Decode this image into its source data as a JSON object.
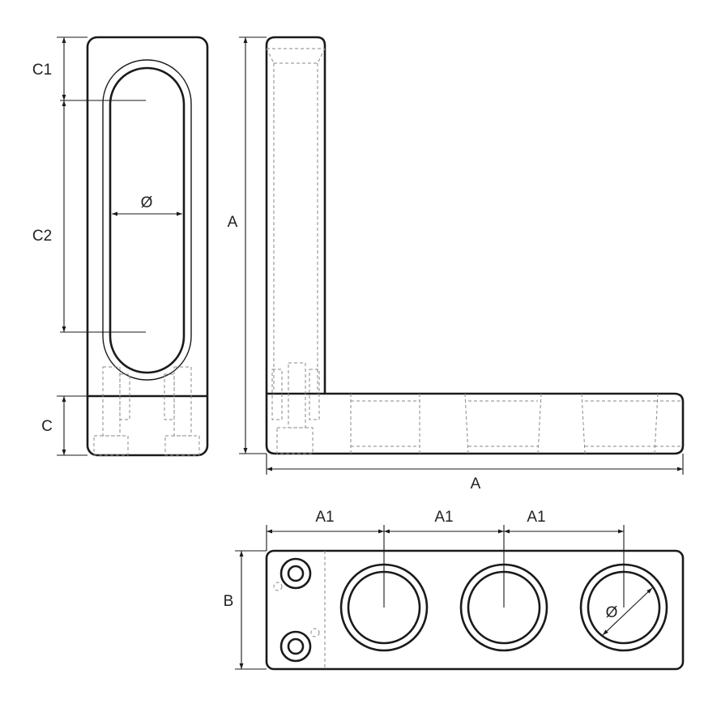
{
  "labels": {
    "c1": "C1",
    "c2": "C2",
    "c": "C",
    "dia": "Ø",
    "a": "A",
    "a1": "A1",
    "b": "B"
  },
  "colors": {
    "line": "#1a1a1a",
    "hidden_line": "#8a8a8a",
    "background": "#ffffff"
  }
}
